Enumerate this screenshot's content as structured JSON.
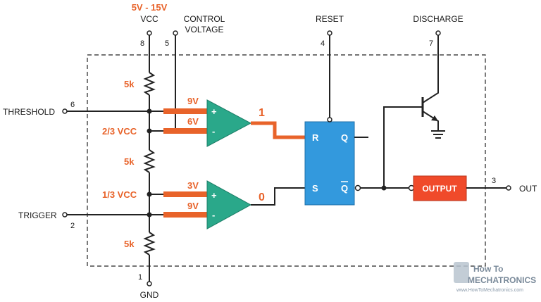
{
  "supply_range": "5V - 15V",
  "pins": {
    "vcc": {
      "name": "VCC",
      "number": "8"
    },
    "control": {
      "name_line1": "CONTROL",
      "name_line2": "VOLTAGE",
      "number": "5"
    },
    "reset": {
      "name": "RESET",
      "number": "4"
    },
    "discharge": {
      "name": "DISCHARGE",
      "number": "7"
    },
    "threshold": {
      "name": "THRESHOLD",
      "number": "6"
    },
    "trigger": {
      "name": "TRIGGER",
      "number": "2"
    },
    "gnd": {
      "name": "GND",
      "number": "1"
    },
    "out": {
      "name": "OUT",
      "number": "3"
    }
  },
  "resistors": [
    "5k",
    "5k",
    "5k"
  ],
  "divider_levels": {
    "upper": "2/3 VCC",
    "lower": "1/3 VCC"
  },
  "comparator_upper": {
    "plus_voltage": "9V",
    "minus_voltage": "6V",
    "plus_sign": "+",
    "minus_sign": "-",
    "output_state": "1"
  },
  "comparator_lower": {
    "plus_voltage": "3V",
    "minus_voltage": "9V",
    "plus_sign": "+",
    "minus_sign": "-",
    "output_state": "0"
  },
  "flipflop": {
    "r": "R",
    "s": "S",
    "q": "Q",
    "qbar": "Q"
  },
  "output_block": "OUTPUT",
  "watermark": {
    "line1": "How To",
    "line2": "MECHATRONICS",
    "url": "www.HowToMechatronics.com"
  },
  "colors": {
    "accent": "#e8632a",
    "comparator": "#2aa88a",
    "flipflop": "#3399dd",
    "output": "#f04a2a"
  }
}
